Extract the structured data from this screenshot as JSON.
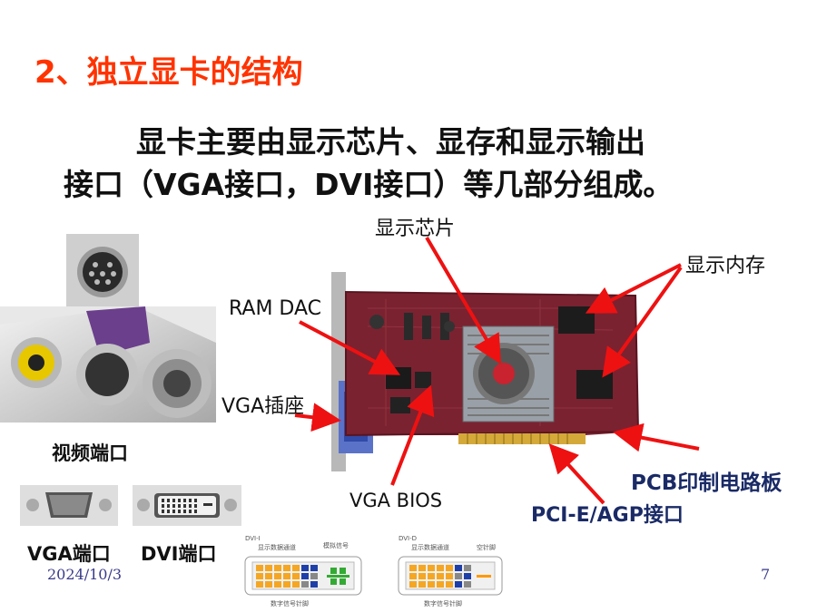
{
  "slide": {
    "title": "2、独立显卡的结构",
    "body_line1": "显卡主要由显示芯片、显存和显示输出",
    "body_line2": "接口（VGA接口，DVI接口）等几部分组成。",
    "date": "2024/10/3",
    "page_number": "7"
  },
  "labels": {
    "chip": "显示芯片",
    "memory": "显示内存",
    "ramdac": "RAM DAC",
    "vga_socket": "VGA插座",
    "vga_bios": "VGA BIOS",
    "pcb": "PCB印制电路板",
    "pci_agp": "PCI-E/AGP接口",
    "video_port": "视频端口",
    "vga_port": "VGA端口",
    "dvi_port": "DVI端口"
  },
  "dvi_diagrams": {
    "dvi_i": {
      "name": "DVI-I",
      "top_label": "显示数据通道",
      "analog_label": "模拟信号",
      "bottom_label": "数字信号针脚"
    },
    "dvi_d": {
      "name": "DVI-D",
      "top_label": "显示数据通道",
      "empty_label": "空针脚",
      "bottom_label": "数字信号针脚"
    }
  },
  "colors": {
    "title": "#ff3300",
    "arrow": "#ee1111",
    "pcb": "#7a2230",
    "pin_orange": "#f5a623",
    "pin_blue": "#1f3fa8",
    "pin_green": "#33aa33"
  }
}
